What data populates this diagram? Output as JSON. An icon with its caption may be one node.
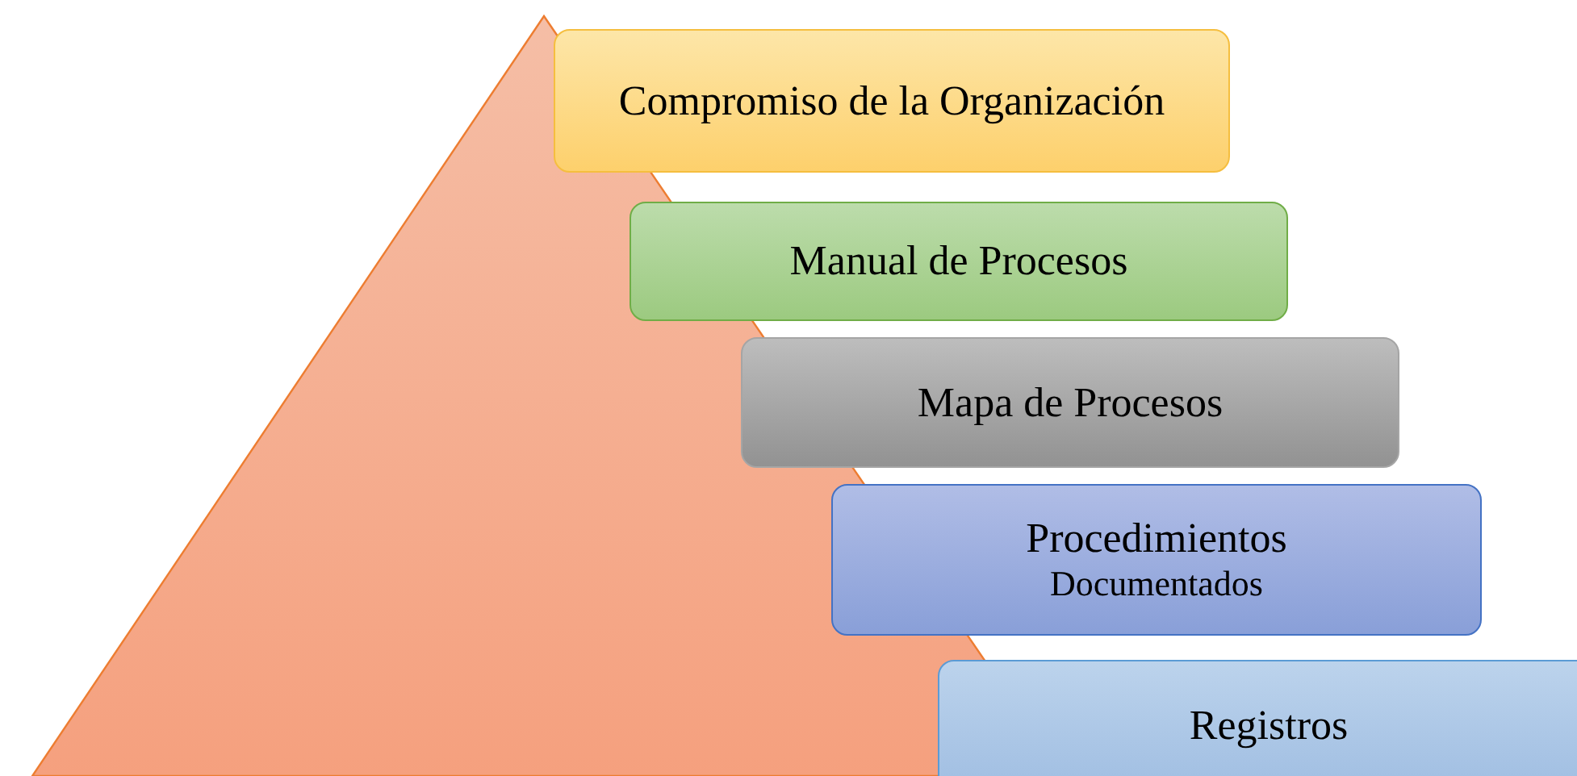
{
  "diagram": {
    "nodes": [
      {
        "text": [
          "Compromiso de la Organización"
        ]
      },
      {
        "text": [
          "Manual de Procesos"
        ]
      },
      {
        "text": [
          "Mapa de Procesos"
        ]
      },
      {
        "text": [
          "Procedimientos",
          "Documentados"
        ]
      },
      {
        "text": [
          "Registros"
        ]
      }
    ]
  }
}
